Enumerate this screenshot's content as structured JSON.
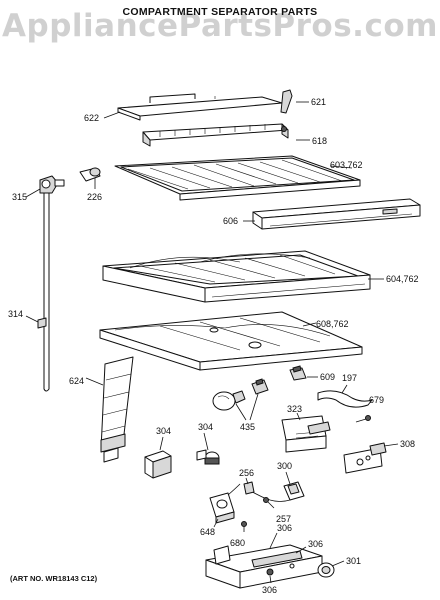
{
  "watermark": "AppliancePartsPros.com",
  "title": "COMPARTMENT SEPARATOR PARTS",
  "art_number": "(ART NO. WR18143 C12)",
  "callouts": {
    "c622": "622",
    "c621": "621",
    "c618": "618",
    "c315": "315",
    "c226": "226",
    "c603_762": "603,762",
    "c606": "606",
    "c604_762": "604,762",
    "c314": "314",
    "c608_762": "608,762",
    "c624": "624",
    "c609": "609",
    "c197": "197",
    "c679": "679",
    "c435": "435",
    "c323": "323",
    "c304a": "304",
    "c304b": "304",
    "c308": "308",
    "c256": "256",
    "c300": "300",
    "c257": "257",
    "c648": "648",
    "c680": "680",
    "c306a": "306",
    "c306b": "306",
    "c306c": "306",
    "c301": "301"
  }
}
